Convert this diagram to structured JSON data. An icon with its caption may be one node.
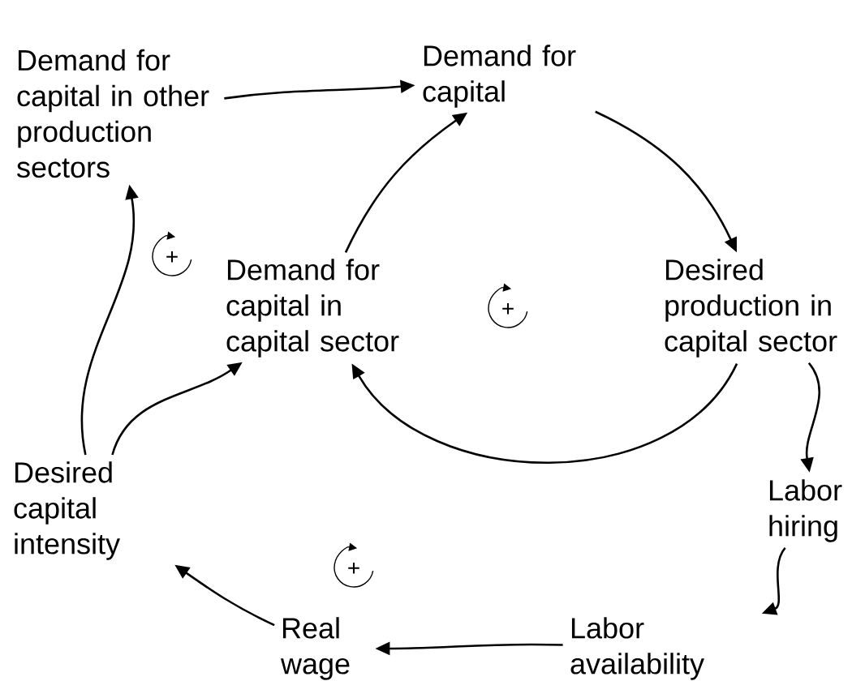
{
  "diagram": {
    "nodes": [
      {
        "text": [
          "Demand for capital in other production sectors"
        ]
      },
      {
        "text": [
          "Demand for capital"
        ]
      },
      {
        "text": [
          "Demand for capital in capital sector"
        ]
      },
      {
        "text": [
          "Desired production in capital sector"
        ]
      },
      {
        "text": [
          "Labor hiring"
        ]
      },
      {
        "text": [
          "Labor availability"
        ]
      },
      {
        "text": [
          "Real wage"
        ]
      },
      {
        "text": [
          "Desired capital intensity"
        ]
      }
    ],
    "edges": [
      {
        "from": 0,
        "to": 1,
        "arrow": "to"
      },
      {
        "from": 2,
        "to": 1,
        "arrow": "to"
      },
      {
        "from": 1,
        "to": 3,
        "arrow": "to"
      },
      {
        "from": 3,
        "to": 2,
        "arrow": "to"
      },
      {
        "from": 3,
        "to": 4,
        "arrow": "to"
      },
      {
        "from": 4,
        "to": 5,
        "arrow": "to"
      },
      {
        "from": 5,
        "to": 6,
        "arrow": "to"
      },
      {
        "from": 6,
        "to": 7,
        "arrow": "to"
      },
      {
        "from": 7,
        "to": 2,
        "arrow": "to"
      },
      {
        "from": 7,
        "to": 0,
        "arrow": "to"
      }
    ],
    "labels": [
      "+",
      "+",
      "+"
    ]
  }
}
